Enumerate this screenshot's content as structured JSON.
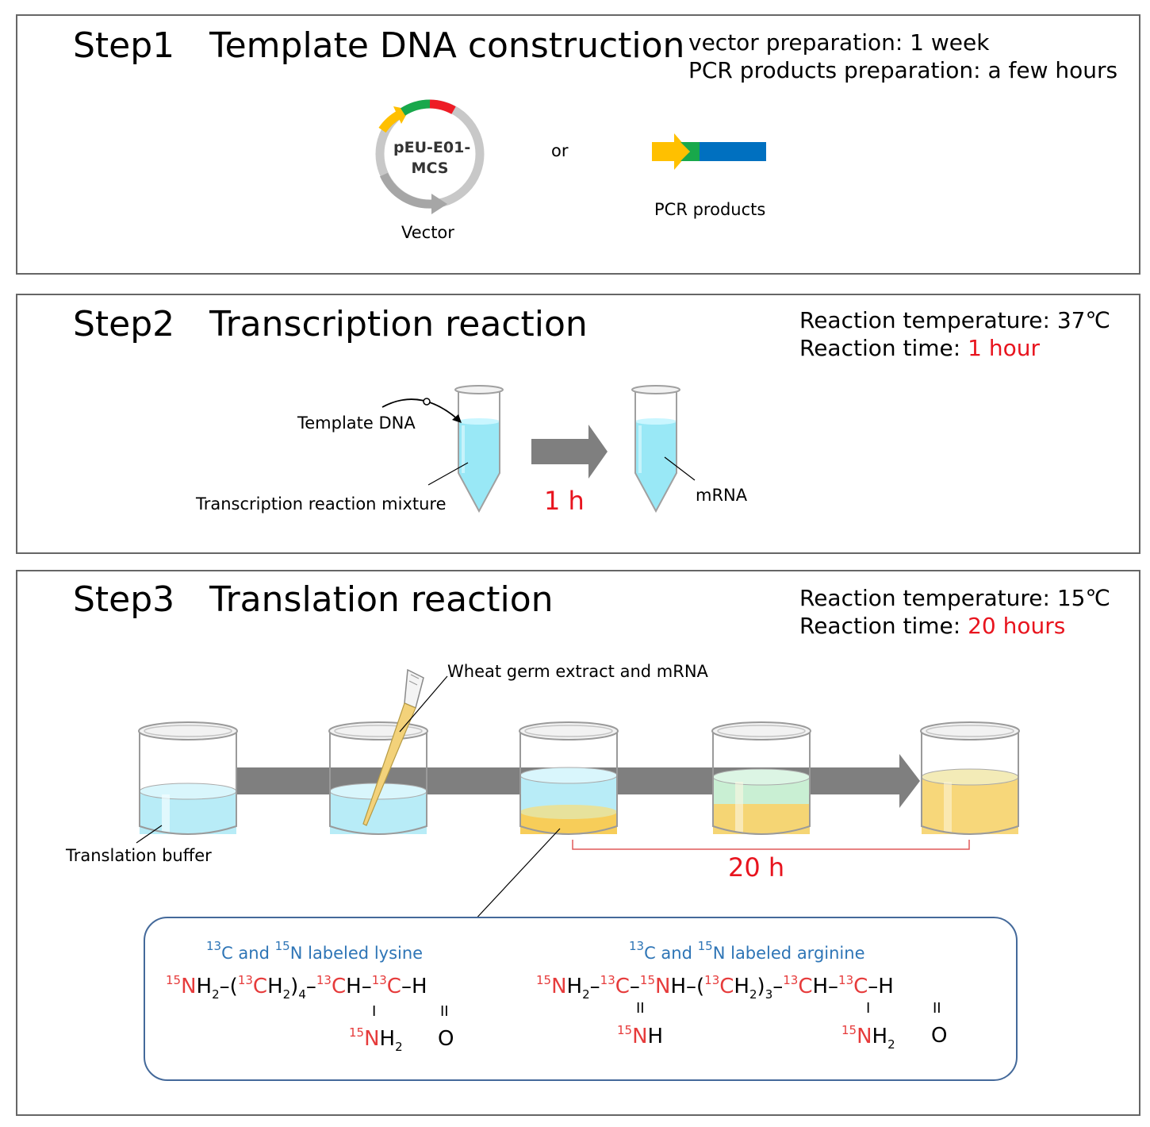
{
  "step1": {
    "title": "Step1 Template DNA construction",
    "info_line1": "vector preparation: 1 week",
    "info_line2": "PCR products preparation: a few hours",
    "plasmid_name_line1": "pEU-E01-",
    "plasmid_name_line2": "MCS",
    "vector_label": "Vector",
    "or_label": "or",
    "pcr_label": "PCR products"
  },
  "step2": {
    "title": "Step2 Transcription reaction",
    "temp_label": "Reaction temperature: 37℃",
    "time_prefix": "Reaction time: ",
    "time_value": "1 hour",
    "template_dna_label": "Template DNA",
    "mixture_label": "Transcription reaction mixture",
    "arrow_time": "1 h",
    "mrna_label": "mRNA"
  },
  "step3": {
    "title": "Step3 Translation reaction",
    "temp_label": "Reaction temperature: 15℃",
    "time_prefix": "Reaction time: ",
    "time_value": "20 hours",
    "extract_label": "Wheat germ extract and mRNA",
    "buffer_label": "Translation buffer",
    "duration_label": "20 h",
    "lysine": {
      "iso1": "13",
      "iso1_text": "C and ",
      "iso2": "15",
      "iso2_text": "N labeled lysine"
    },
    "arginine": {
      "iso1": "13",
      "iso1_text": "C and ",
      "iso2": "15",
      "iso2_text": "N labeled arginine"
    },
    "formula": {
      "n15": "15",
      "c13": "13",
      "N": "N",
      "C": "C",
      "CH": "CH",
      "NH": "NH",
      "H": "H",
      "H2": "H",
      "sub2": "2",
      "sub3": "3",
      "sub4": "4",
      "O": "O",
      "dash": "–",
      "open": "(",
      "close": ")",
      "single_bond": "I",
      "double_bond": "II"
    }
  },
  "colors": {
    "label_red": "#e63b3b",
    "text_red": "#e8141e",
    "label_blue": "#2e75b6",
    "arrow_gray": "#7f7f7f",
    "dna_green": "#18a84b",
    "dna_red": "#ee1c25",
    "dna_yellow": "#ffc000",
    "dna_blue": "#0070c0"
  }
}
